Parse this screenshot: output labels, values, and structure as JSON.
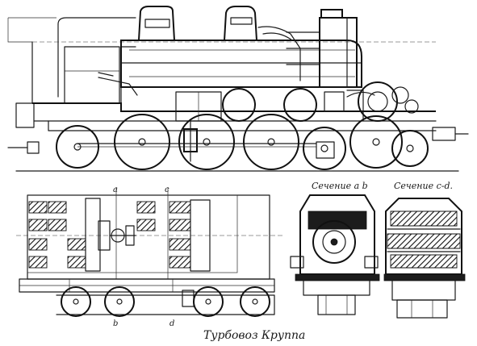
{
  "caption": "Турбовоз Круппа",
  "section_ab_label": "Сечение a b",
  "section_cd_label": "Сечение c-d.",
  "marker_a": "a",
  "marker_c": "c",
  "marker_b": "b",
  "marker_d": "d",
  "colors": {
    "ink": "#1a1a1a",
    "paper": "#ffffff"
  }
}
